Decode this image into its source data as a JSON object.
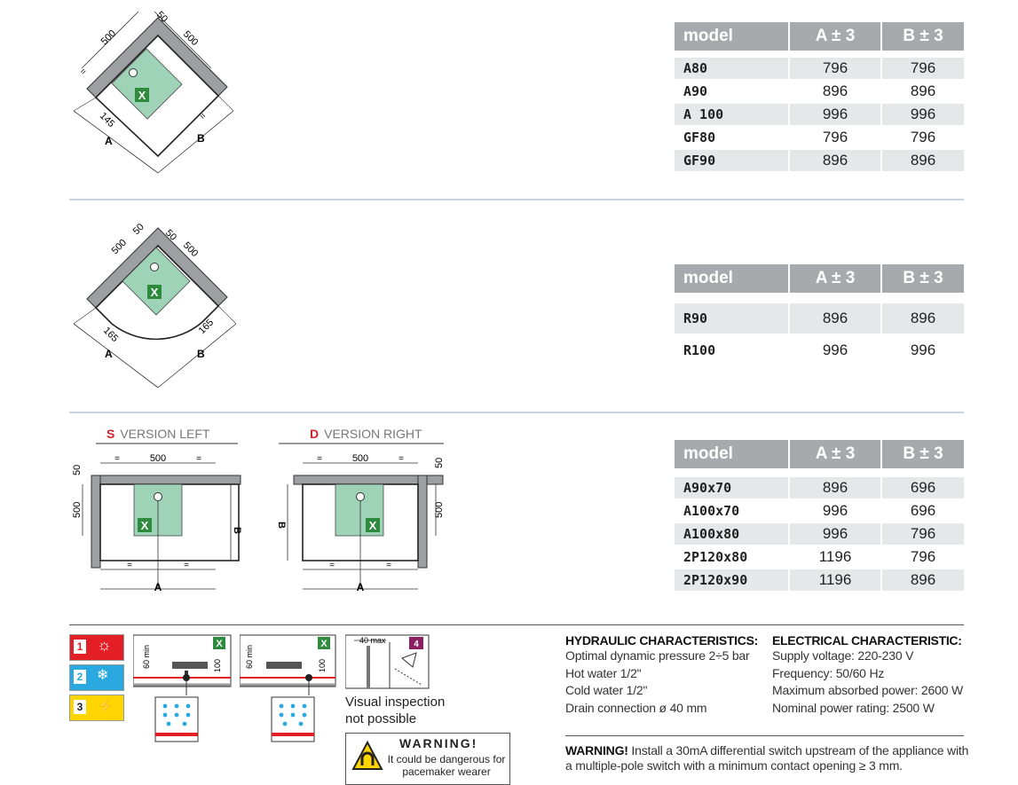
{
  "tables": {
    "t1": {
      "headers": [
        "model",
        "A ± 3",
        "B ± 3"
      ],
      "rows": [
        {
          "model": "A80",
          "a": "796",
          "b": "796"
        },
        {
          "model": "A90",
          "a": "896",
          "b": "896"
        },
        {
          "model": "A 100",
          "a": "996",
          "b": "996"
        },
        {
          "model": "GF80",
          "a": "796",
          "b": "796"
        },
        {
          "model": "GF90",
          "a": "896",
          "b": "896"
        }
      ]
    },
    "t2": {
      "headers": [
        "model",
        "A ± 3",
        "B ± 3"
      ],
      "rows": [
        {
          "model": "R90",
          "a": "896",
          "b": "896"
        },
        {
          "model": "R100",
          "a": "996",
          "b": "996"
        }
      ]
    },
    "t3": {
      "headers": [
        "model",
        "A ± 3",
        "B ± 3"
      ],
      "rows": [
        {
          "model": "A90x70",
          "a": "896",
          "b": "696"
        },
        {
          "model": "A100x70",
          "a": "996",
          "b": "696"
        },
        {
          "model": "A100x80",
          "a": "996",
          "b": "796"
        },
        {
          "model": "2P120x80",
          "a": "1196",
          "b": "796"
        },
        {
          "model": "2P120x90",
          "a": "1196",
          "b": "896"
        }
      ]
    }
  },
  "diagrams": {
    "corner": {
      "d50": "50",
      "d500a": "500",
      "d500b": "500",
      "d145": "145",
      "eq": "=",
      "labelA": "A",
      "labelB": "B",
      "mark": "X"
    },
    "round": {
      "d50a": "50",
      "d50b": "50",
      "d500a": "500",
      "d500b": "500",
      "d165a": "165",
      "d165b": "165",
      "labelA": "A",
      "labelB": "B",
      "mark": "X"
    },
    "left": {
      "letter": "S",
      "title": "VERSION LEFT",
      "d500": "500",
      "d50": "50",
      "d500v": "500",
      "eq": "=",
      "labelA": "A",
      "labelB": "B",
      "mark": "X"
    },
    "right": {
      "letter": "D",
      "title": "VERSION RIGHT",
      "d500": "500",
      "d50": "50",
      "d500v": "500",
      "eq": "=",
      "labelA": "A",
      "labelB": "B",
      "mark": "X"
    }
  },
  "icons": {
    "badge1": "1",
    "badge2": "2",
    "badge3": "3",
    "badge4": "4",
    "colors": {
      "red": "#e31e24",
      "blue": "#29a9e0",
      "yellow": "#ffd500",
      "purple": "#8b1f5f",
      "green": "#5cb85c",
      "greenZone": "#9fd3b8"
    }
  },
  "install": {
    "d60a": "60 min",
    "d100a": "100",
    "d60b": "60 min",
    "d100b": "100",
    "d40": "40 max",
    "visual": "Visual inspection",
    "visual2": "not possible",
    "mark": "X"
  },
  "warning": {
    "title": "WARNING!",
    "line1": "It could be dangerous for",
    "line2": "pacemaker wearer"
  },
  "hydraulic": {
    "title": "HYDRAULIC CHARACTERISTICS:",
    "lines": [
      "Optimal dynamic pressure 2÷5 bar",
      "Hot water 1/2\"",
      "Cold water 1/2\"",
      "Drain connection ø 40 mm"
    ]
  },
  "electrical": {
    "title": "ELECTRICAL CHARACTERISTIC:",
    "lines": [
      "Supply voltage: 220-230 V",
      "Frequency: 50/60 Hz",
      "Maximum absorbed power: 2600 W",
      "Nominal power rating: 2500 W"
    ]
  },
  "note": {
    "bold": "WARNING!",
    "text": " Install a 30mA differential switch upstream of the appliance with a multiple-pole switch with a minimum contact opening ≥ 3 mm."
  }
}
